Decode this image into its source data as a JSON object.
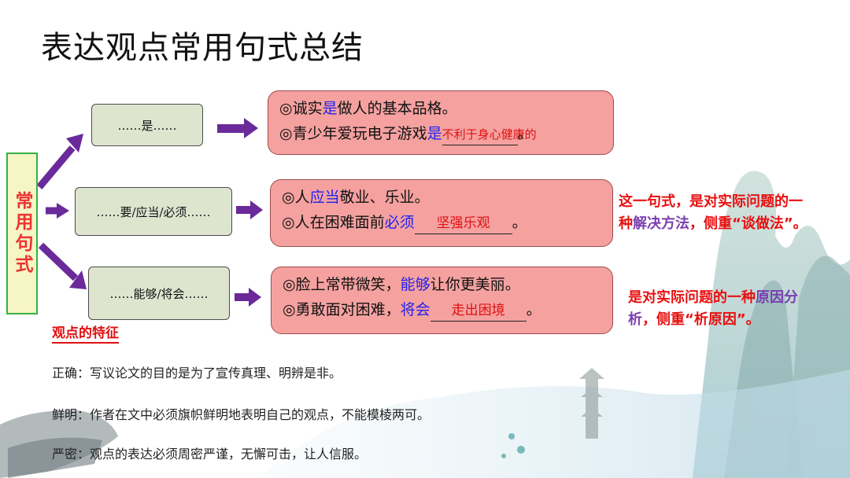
{
  "title": "表达观点常用句式总结",
  "side_label": "常用句式",
  "patterns": [
    {
      "label": "……是……"
    },
    {
      "label": "……要/应当/必须……"
    },
    {
      "label": "……能够/将会……"
    }
  ],
  "examples": [
    {
      "l1": {
        "a": "◎诚实",
        "kw": "是",
        "b": "做人的基本品格。"
      },
      "l2": {
        "a": "◎青少年爱玩电子游戏",
        "kw": "是",
        "fill": "不利于身心健康的",
        "b": "。"
      }
    },
    {
      "l1": {
        "a": "◎人",
        "kw": "应当",
        "b": "敬业、乐业。"
      },
      "l2": {
        "a": "◎人在困难面前",
        "kw": "必须",
        "fill": "坚强乐观",
        "b": "。"
      }
    },
    {
      "l1": {
        "a": "◎脸上常带微笑，",
        "kw": "能够",
        "b": "让你更美丽。"
      },
      "l2": {
        "a": "◎勇敢面对困难，",
        "kw": "将会",
        "fill": "走出困境",
        "b": "。"
      }
    }
  ],
  "notes": {
    "n1": {
      "a": "这一句式，是对实际问题的一",
      "b": "种",
      "c": "解决方法",
      "d": "，侧重“谈做法”。"
    },
    "n2": {
      "a": "是对实际问题的一种",
      "b": "原因分",
      "c": "析",
      "d": "，侧重“析原因”。"
    }
  },
  "features": {
    "title": "观点的特征",
    "items": [
      "正确：写议论文的目的是为了宣传真理、明辨是非。",
      "鲜明：作者在文中必须旗帜鲜明地表明自己的观点，不能模棱两可。",
      "严密：观点的表达必须周密严谨，无懈可击，让人信服。"
    ]
  },
  "colors": {
    "arrow": "#6a2a9a",
    "green_box": "#dde5cf",
    "pink_box": "#f4a1a0",
    "side_border": "#36b043"
  }
}
